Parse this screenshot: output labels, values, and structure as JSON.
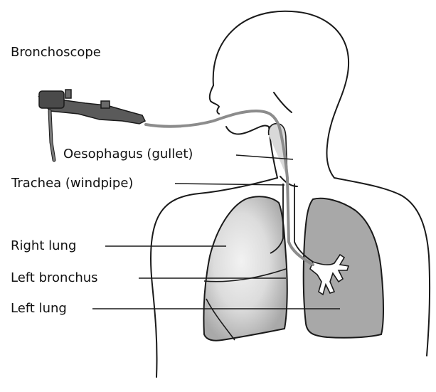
{
  "labels": {
    "bronchoscope": "Bronchoscope",
    "oesophagus": "Oesophagus (gullet)",
    "trachea": "Trachea (windpipe)",
    "right_lung": "Right lung",
    "left_bronchus": "Left bronchus",
    "left_lung": "Left lung"
  },
  "colors": {
    "outline": "#1a1a1a",
    "lung_fill": "#a8a8a8",
    "lung_highlight": "#e6e6e6",
    "tube": "#9a9a9a",
    "scope_body": "#5a5a5a",
    "background": "#ffffff"
  }
}
